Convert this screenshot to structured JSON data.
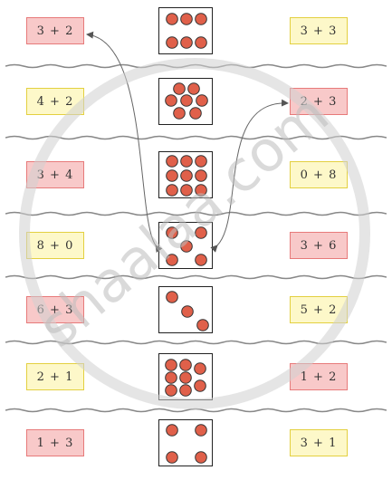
{
  "rows": [
    {
      "left": {
        "text": "3 + 2",
        "color": "pink"
      },
      "right": {
        "text": "3 + 3",
        "color": "yellow"
      },
      "dots": 6
    },
    {
      "left": {
        "text": "4 + 2",
        "color": "yellow"
      },
      "right": {
        "text": "2 + 3",
        "color": "pink"
      },
      "dots": 7
    },
    {
      "left": {
        "text": "3 + 4",
        "color": "pink"
      },
      "right": {
        "text": "0 + 8",
        "color": "yellow"
      },
      "dots": 9
    },
    {
      "left": {
        "text": "8 + 0",
        "color": "yellow"
      },
      "right": {
        "text": "3 + 6",
        "color": "pink"
      },
      "dots": 5
    },
    {
      "left": {
        "text": "6 + 3",
        "color": "pink"
      },
      "right": {
        "text": "5 + 2",
        "color": "yellow"
      },
      "dots": 3
    },
    {
      "left": {
        "text": "2 + 1",
        "color": "yellow"
      },
      "right": {
        "text": "1 + 2",
        "color": "pink"
      },
      "dots": 8
    },
    {
      "left": {
        "text": "1 + 3",
        "color": "pink"
      },
      "right": {
        "text": "3 + 1",
        "color": "yellow"
      },
      "dots": 4
    }
  ],
  "watermark": "shaalaa.com",
  "colors": {
    "pink": "#f8c9c9",
    "yellow": "#fdf8c9",
    "dot": "#e0604a"
  }
}
